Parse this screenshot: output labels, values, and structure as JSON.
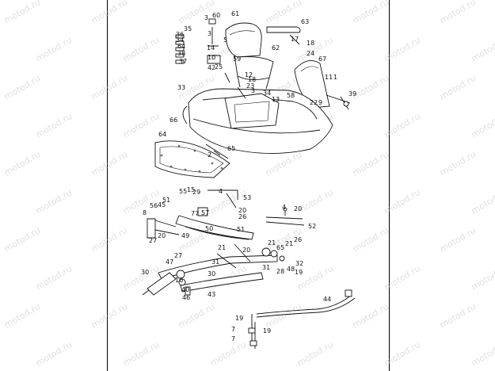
{
  "diagram": {
    "watermark_text": "motod.ru",
    "accent_color": "#000000",
    "part_numbers": [
      "60",
      "61",
      "3",
      "35",
      "36",
      "34",
      "64",
      "38",
      "37",
      "3",
      "5",
      "14",
      "10",
      "59",
      "42",
      "25",
      "62",
      "63",
      "17",
      "18",
      "24",
      "67",
      "12",
      "18",
      "23",
      "11",
      "1",
      "33",
      "34",
      "13",
      "58",
      "22",
      "9",
      "39",
      "3",
      "66",
      "64",
      "65",
      "2",
      "4",
      "53",
      "55",
      "29",
      "15",
      "51",
      "56",
      "45",
      "8",
      "77",
      "57",
      "20",
      "26",
      "4",
      "20",
      "26",
      "52",
      "27",
      "20",
      "49",
      "50",
      "51",
      "20",
      "21",
      "65",
      "47",
      "27",
      "21",
      "31",
      "21",
      "32",
      "28",
      "48",
      "16",
      "30",
      "31",
      "46",
      "19",
      "30",
      "40",
      "43",
      "44",
      "19",
      "7",
      "19",
      "7"
    ]
  }
}
